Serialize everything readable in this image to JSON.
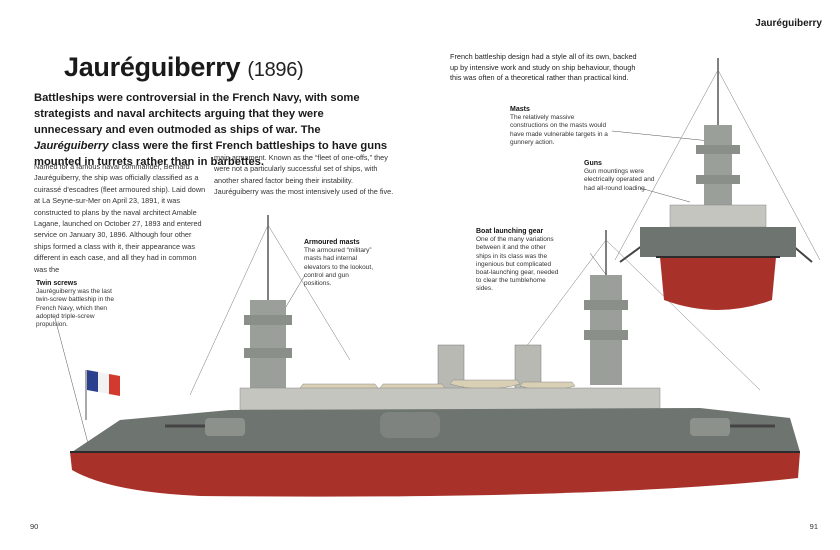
{
  "header": {
    "section": "Jauréguiberry"
  },
  "title": {
    "name": "Jauréguiberry",
    "year": "(1896)"
  },
  "intro": {
    "part1": "Battleships were controversial in the French Navy, with some strategists and naval architects arguing that they were unnecessary and even outmoded as ships of war. The ",
    "italic": "Jauréguiberry",
    "part2": " class were the first French battleships to have guns mounted in turrets rather than in barbettes."
  },
  "body": {
    "col1": "Named for a famous naval commander, Bernard Jauréguiberry, the ship was officially classified as a cuirassé d’escadres (fleet armoured ship). Laid down at La Seyne-sur-Mer on April 23, 1891, it was constructed to plans by the naval architect Amable Lagane, launched on October 27, 1893 and entered service on January 30, 1896. Although four other ships formed a class with it, their appearance was different in each case, and all they had in common was the",
    "col2": "main armament. Known as the “fleet of one-offs,” they were not a particularly successful set of ships, with another shared factor being their instability. Jauréguiberry was the most intensively used of the five."
  },
  "french_note": "French battleship design had a style all of its own, backed up by intensive work and study on ship behaviour, though this was often of a theoretical rather than practical kind.",
  "callouts": {
    "masts": {
      "title": "Masts",
      "text": "The relatively massive constructions on the masts would have made vulnerable targets in a gunnery action."
    },
    "guns": {
      "title": "Guns",
      "text": "Gun mountings were electrically operated and had all-round loading."
    },
    "boat_gear": {
      "title": "Boat launching gear",
      "text": "One of the many variations between it and the other ships in its class was the ingenious but complicated boat-launching gear, needed to clear the tumblehome sides."
    },
    "armoured_masts": {
      "title": "Armoured masts",
      "text": "The armoured “military” masts had internal elevators to the lookout, control and gun positions."
    },
    "twin_screws": {
      "title": "Twin screws",
      "text": "Jauréguiberry was the last twin-screw battleship in the French Navy, which then adopted triple-screw propulsion."
    }
  },
  "pages": {
    "left": "90",
    "right": "91"
  },
  "colors": {
    "hull_red": "#a8322a",
    "hull_grey": "#6e7470",
    "deck_grey": "#c9c9c2",
    "flag_blue": "#2b3f8f",
    "flag_red": "#d23a2e"
  }
}
